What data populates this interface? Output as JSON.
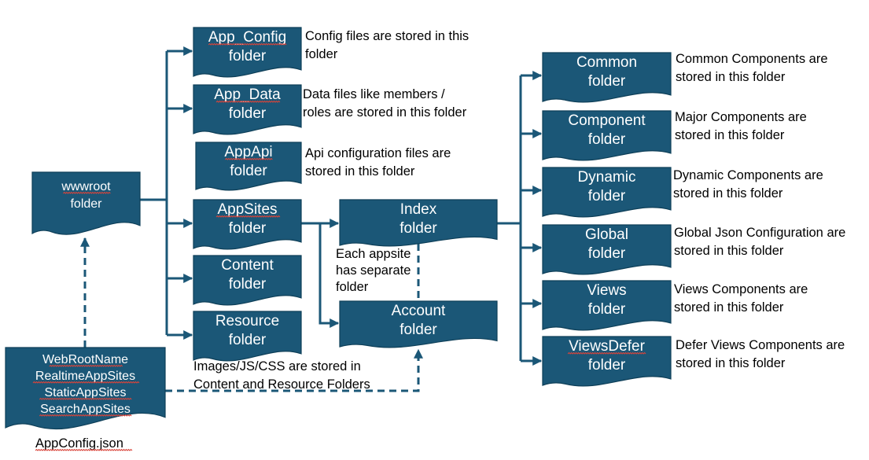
{
  "nodes": {
    "wwwroot": [
      "wwwroot",
      "folder"
    ],
    "app_config": [
      "App_Config",
      "folder"
    ],
    "app_data": [
      "App_Data",
      "folder"
    ],
    "appapi": [
      "AppApi",
      "folder"
    ],
    "appsites": [
      "AppSites",
      "folder"
    ],
    "content": [
      "Content",
      "folder"
    ],
    "resource": [
      "Resource",
      "folder"
    ],
    "index": [
      "Index",
      "folder"
    ],
    "account": [
      "Account",
      "folder"
    ],
    "common": [
      "Common",
      "folder"
    ],
    "component": [
      "Component",
      "folder"
    ],
    "dynamic": [
      "Dynamic",
      "folder"
    ],
    "global": [
      "Global",
      "folder"
    ],
    "views": [
      "Views",
      "folder"
    ],
    "viewsdefer": [
      "ViewsDefer",
      "folder"
    ],
    "appconfig_keys": [
      "WebRootName",
      "RealtimeAppSites",
      "StaticAppSites",
      "SearchAppSites"
    ]
  },
  "notes": {
    "app_config": [
      "Config files are stored in this",
      "folder"
    ],
    "app_data": [
      "Data files like members /",
      "roles are stored in this folder"
    ],
    "appapi": [
      "Api configuration files are",
      "stored in this folder"
    ],
    "assets": [
      "Images/JS/CSS are stored in",
      "Content and Resource Folders"
    ],
    "appsite_separate": [
      "Each appsite",
      "has separate",
      "folder"
    ],
    "common": [
      "Common Components are",
      "stored in this folder"
    ],
    "component": [
      "Major Components are",
      "stored in this folder"
    ],
    "dynamic": [
      "Dynamic Components are",
      "stored in this folder"
    ],
    "global": [
      "Global Json Configuration are",
      "stored in this folder"
    ],
    "views": [
      "Views Components are",
      "stored in this folder"
    ],
    "viewsdefer": [
      "Defer Views Components are",
      "stored in this folder"
    ],
    "appconfig_file": [
      "AppConfig.json"
    ]
  },
  "colors": {
    "node_fill": "#1b5777",
    "node_text": "#ffffff",
    "connector": "#1b5777",
    "note_text": "#000000"
  }
}
